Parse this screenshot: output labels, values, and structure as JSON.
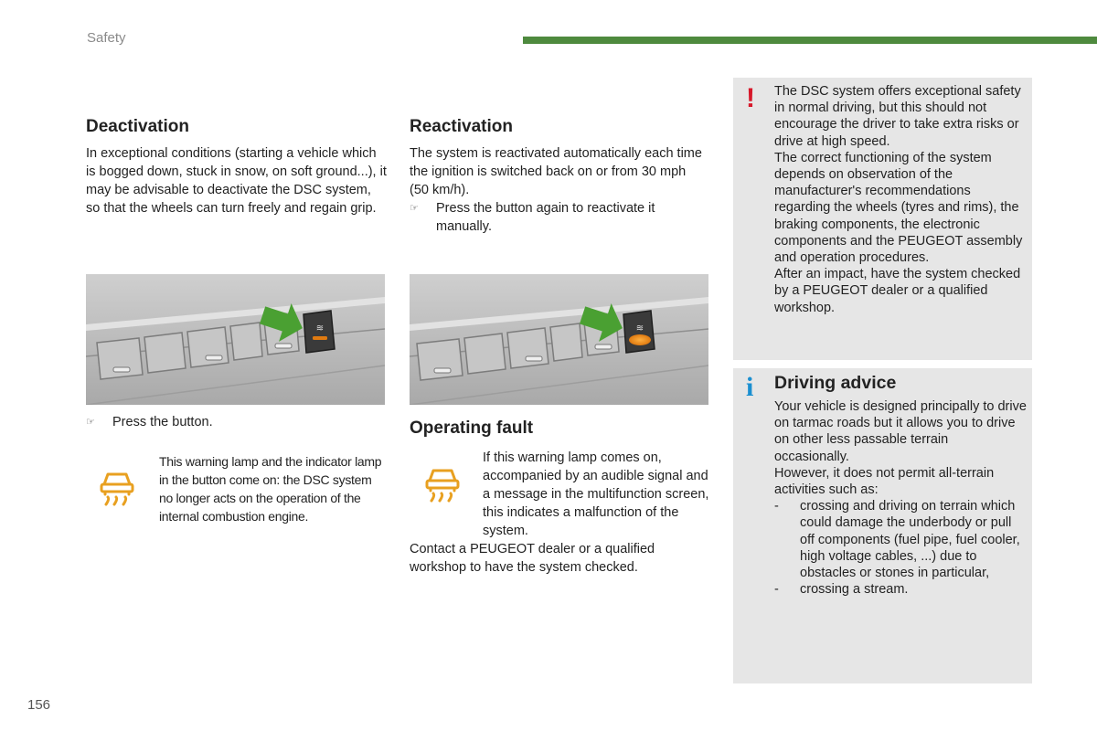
{
  "header": {
    "section": "Safety",
    "accent_color": "#4e8a3e"
  },
  "page_number": "156",
  "deactivation": {
    "title": "Deactivation",
    "body": "In exceptional conditions (starting a vehicle which is bogged down, stuck in snow, on soft ground...), it may be advisable to deactivate the DSC system, so that the wheels can turn freely and regain grip.",
    "press_button": "Press the button.",
    "warning_lamp_text": "This warning lamp and the indicator lamp in the button come on: the DSC system no longer acts on the operation of the internal combustion engine."
  },
  "reactivation": {
    "title": "Reactivation",
    "body": "The system is reactivated automatically each time the ignition is switched back on or from 30 mph (50 km/h).",
    "press_again": "Press the button again to reactivate it manually."
  },
  "operating_fault": {
    "title": "Operating fault",
    "lamp_text": "If this warning lamp comes on, accompanied by an audible signal and a message in the multifunction screen, this indicates a malfunction of the system.",
    "contact": "Contact a PEUGEOT dealer or a qualified workshop to have the system checked."
  },
  "warning_panel": {
    "icon": "exclamation-icon",
    "color": "#d7182a",
    "p1": "The DSC system offers exceptional safety in normal driving, but this should not encourage the driver to take extra risks or drive at high speed.",
    "p2": "The correct functioning of the system depends on observation of the manufacturer's recommendations regarding the wheels (tyres and rims), the braking components, the electronic components and the PEUGEOT assembly and operation procedures.",
    "p3": "After an impact, have the system checked by a PEUGEOT dealer or a qualified workshop."
  },
  "info_panel": {
    "icon": "info-icon",
    "color": "#1a8fd0",
    "title": "Driving advice",
    "p1": "Your vehicle is designed principally to drive on tarmac roads but it allows you to drive on other less passable terrain occasionally.",
    "p2": "However, it does not permit all-terrain activities such as:",
    "items": [
      "crossing and driving on terrain which could damage the underbody or pull off components (fuel pipe, fuel cooler, high voltage cables, ...) due to obstacles or stones in particular,",
      "crossing a stream."
    ]
  },
  "colors": {
    "lamp": "#e8a020",
    "arrow": "#4aa032",
    "panel_bg": "#e6e6e6"
  }
}
